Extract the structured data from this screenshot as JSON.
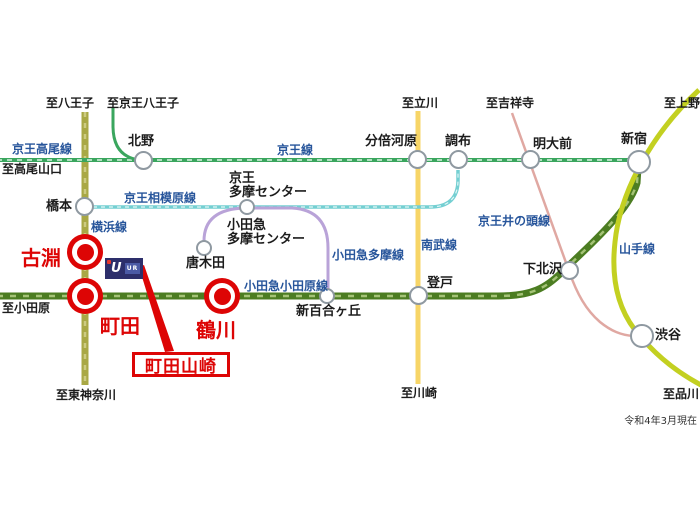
{
  "note": "令和4年3月現在",
  "colors": {
    "highlight_red": "#dd0505",
    "station_border": "#8f99a1",
    "line_label_blue": "#27559b"
  },
  "lines": {
    "keio": {
      "label": "京王線",
      "color": "#3aa65e"
    },
    "keio_takao": {
      "label": "京王高尾線",
      "color": "#3aa65e"
    },
    "keio_sagamihara": {
      "label": "京王相模原線",
      "color": "#74cfd2"
    },
    "keio_inokashira": {
      "label": "京王井の頭線",
      "color": "#e0a8a2"
    },
    "yokohama": {
      "label": "横浜線",
      "color": "#a9a845"
    },
    "odakyu_odawara": {
      "label": "小田急小田原線",
      "color": "#4c7d22"
    },
    "odakyu_tama": {
      "label": "小田急多摩線",
      "color": "#b9a3d8"
    },
    "nambu": {
      "label": "南武線",
      "color": "#f7d567"
    },
    "yamanote": {
      "label": "山手線",
      "color": "#c3d021"
    }
  },
  "stations": {
    "kitano": "北野",
    "hashimoto": "橋本",
    "bubaigawara": "分倍河原",
    "chofu": "調布",
    "meidaimae": "明大前",
    "shinjuku": "新宿",
    "keio_tama_center_l1": "京王",
    "keio_tama_center_l2": "多摩センター",
    "odakyu_tama_center_l1": "小田急",
    "odakyu_tama_center_l2": "多摩センター",
    "karakida": "唐木田",
    "shin_yurigaoka": "新百合ヶ丘",
    "noborito": "登戸",
    "shimokitazawa": "下北沢",
    "shibuya": "渋谷"
  },
  "highlighted_stations": {
    "kobuchi": "古淵",
    "machida": "町田",
    "tsurukawa": "鶴川"
  },
  "callout": {
    "label": "町田山崎"
  },
  "ur_logo": {
    "u": "U",
    "ur": "UR"
  },
  "destinations": {
    "hachioji": "至八王子",
    "keio_hachioji": "至京王八王子",
    "takaosanguchi": "至高尾山口",
    "tachikawa": "至立川",
    "kichijoji": "至吉祥寺",
    "ueno": "至上野",
    "odawara": "至小田原",
    "higashi_kanagawa": "至東神奈川",
    "kawasaki": "至川崎",
    "shinagawa": "至品川"
  }
}
